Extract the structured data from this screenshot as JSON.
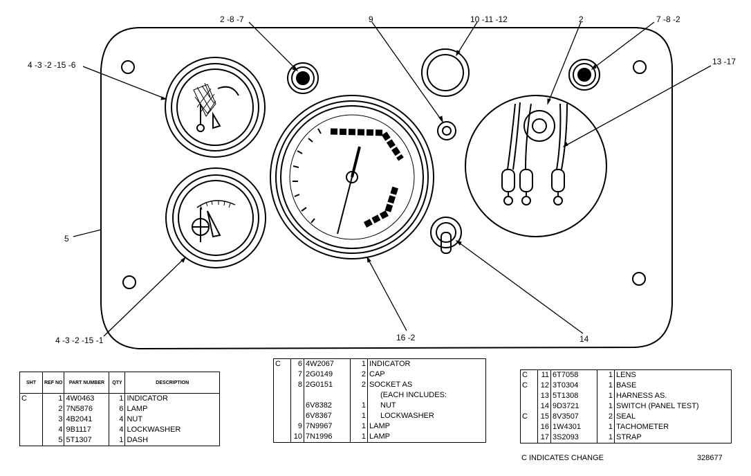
{
  "diagram": {
    "callouts": {
      "c_2_8_7": "2 -8 -7",
      "c_9": "9",
      "c_10_11_12": "10 -11 -12",
      "c_2": "2",
      "c_7_8_2": "7 -8 -2",
      "c_4_3_2_15_6": "4 -3 -2 -15 -6",
      "c_13_17": "13 -17",
      "c_5": "5",
      "c_4_3_2_15_1": "4 -3 -2 -15 -1",
      "c_16_2": "16 -2",
      "c_14": "14"
    }
  },
  "table_left": {
    "headers": [
      "SHT",
      "REF NO",
      "PART NUMBER",
      "QTY",
      "DESCRIPTION"
    ],
    "rows": [
      {
        "c": "C",
        "ref": "1",
        "part": "4W0463",
        "qty": "1",
        "desc": "INDICATOR"
      },
      {
        "c": "",
        "ref": "2",
        "part": "7N5876",
        "qty": "6",
        "desc": "LAMP"
      },
      {
        "c": "",
        "ref": "3",
        "part": "4B2041",
        "qty": "4",
        "desc": "NUT"
      },
      {
        "c": "",
        "ref": "4",
        "part": "9B1117",
        "qty": "4",
        "desc": "LOCKWASHER"
      },
      {
        "c": "",
        "ref": "5",
        "part": "5T1307",
        "qty": "1",
        "desc": "DASH"
      }
    ]
  },
  "table_middle": {
    "rows": [
      {
        "c": "C",
        "ref": "6",
        "part": "4W2067",
        "qty": "1",
        "desc": "INDICATOR"
      },
      {
        "c": "",
        "ref": "7",
        "part": "2G0149",
        "qty": "2",
        "desc": "CAP"
      },
      {
        "c": "",
        "ref": "8",
        "part": "2G0151",
        "qty": "2",
        "desc": "SOCKET  AS"
      },
      {
        "c": "",
        "ref": "",
        "part": "",
        "qty": "",
        "desc": "(EACH INCLUDES:"
      },
      {
        "c": "",
        "ref": "",
        "part": "6V8382",
        "qty": "1",
        "desc": "NUT"
      },
      {
        "c": "",
        "ref": "",
        "part": "6V8367",
        "qty": "1",
        "desc": "LOCKWASHER"
      },
      {
        "c": "",
        "ref": "9",
        "part": "7N9967",
        "qty": "1",
        "desc": "LAMP"
      },
      {
        "c": "",
        "ref": "10",
        "part": "7N1996",
        "qty": "1",
        "desc": "LAMP"
      }
    ]
  },
  "table_right": {
    "rows": [
      {
        "c": "C",
        "ref": "11",
        "part": "6T7058",
        "qty": "1",
        "desc": "LENS"
      },
      {
        "c": "C",
        "ref": "12",
        "part": "3T0304",
        "qty": "1",
        "desc": "BASE"
      },
      {
        "c": "",
        "ref": "13",
        "part": "5T1308",
        "qty": "1",
        "desc": "HARNESS  AS."
      },
      {
        "c": "",
        "ref": "14",
        "part": "9D3721",
        "qty": "1",
        "desc": "SWITCH  (PANEL  TEST)"
      },
      {
        "c": "C",
        "ref": "15",
        "part": "8V3507",
        "qty": "2",
        "desc": "SEAL"
      },
      {
        "c": "",
        "ref": "16",
        "part": "1W4301",
        "qty": "1",
        "desc": "TACHOMETER"
      },
      {
        "c": "",
        "ref": "17",
        "part": "3S2093",
        "qty": "1",
        "desc": "STRAP"
      }
    ]
  },
  "footer": {
    "change_note": "C   INDICATES  CHANGE",
    "drawing_number": "328677"
  }
}
